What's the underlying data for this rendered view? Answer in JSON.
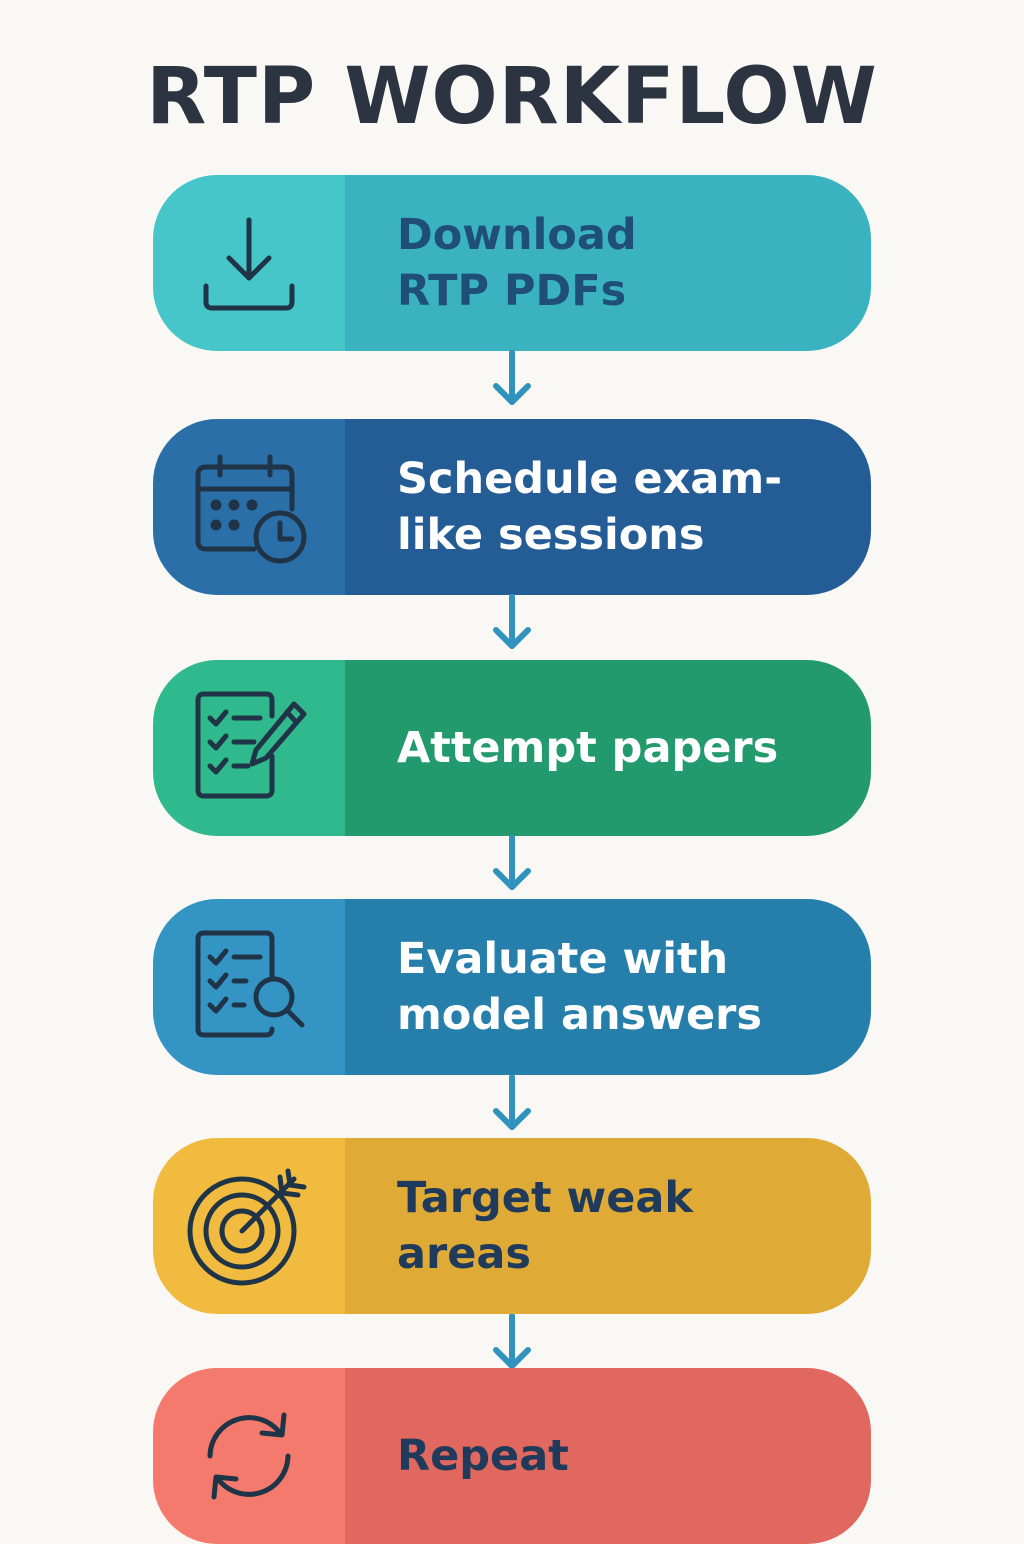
{
  "title": "RTP WORKFLOW",
  "steps": [
    {
      "label": "Download\nRTP PDFs",
      "icon": "download-icon",
      "icon_color": "#46c6c8",
      "body_color": "#3bb2c0",
      "text_color": "#1f4e79"
    },
    {
      "label": "Schedule exam-\nlike sessions",
      "icon": "calendar-clock-icon",
      "icon_color": "#2a6fa7",
      "body_color": "#245d95",
      "text_color": "#ffffff"
    },
    {
      "label": "Attempt papers",
      "icon": "checklist-pencil-icon",
      "icon_color": "#30b98c",
      "body_color": "#239a6e",
      "text_color": "#ffffff"
    },
    {
      "label": "Evaluate with\nmodel answers",
      "icon": "checklist-search-icon",
      "icon_color": "#3495c4",
      "body_color": "#267fab",
      "text_color": "#ffffff"
    },
    {
      "label": "Target weak\nareas",
      "icon": "target-arrow-icon",
      "icon_color": "#f0bb3e",
      "body_color": "#dfaa36",
      "text_color": "#1f3a5a"
    },
    {
      "label": "Repeat",
      "icon": "repeat-icon",
      "icon_color": "#f47a6e",
      "body_color": "#e0685f",
      "text_color": "#1f3a5a"
    }
  ],
  "arrow_color": "#2f93bd",
  "icon_stroke_color": "#1f3447"
}
